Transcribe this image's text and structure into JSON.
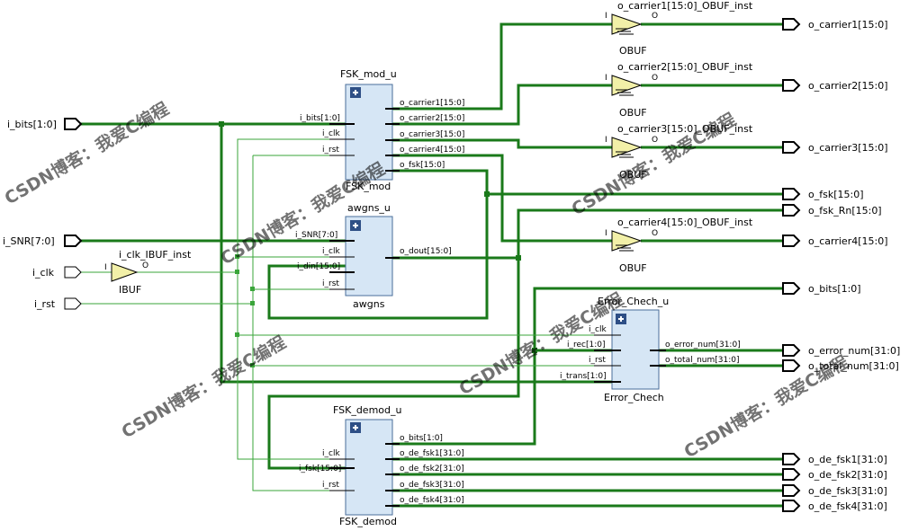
{
  "inputs": {
    "i_bits": "i_bits[1:0]",
    "i_snr": "i_SNR[7:0]",
    "i_clk": "i_clk",
    "i_rst": "i_rst"
  },
  "outputs": {
    "o_carrier1": "o_carrier1[15:0]",
    "o_carrier2": "o_carrier2[15:0]",
    "o_carrier3": "o_carrier3[15:0]",
    "o_fsk": "o_fsk[15:0]",
    "o_fsk_rn": "o_fsk_Rn[15:0]",
    "o_carrier4": "o_carrier4[15:0]",
    "o_bits": "o_bits[1:0]",
    "o_error_num": "o_error_num[31:0]",
    "o_total_num": "o_total_num[31:0]",
    "o_de_fsk1": "o_de_fsk1[31:0]",
    "o_de_fsk2": "o_de_fsk2[31:0]",
    "o_de_fsk3": "o_de_fsk3[31:0]",
    "o_de_fsk4": "o_de_fsk4[31:0]"
  },
  "ibuf": {
    "inst": "i_clk_IBUF_inst",
    "type": "IBUF",
    "pin_i": "I",
    "pin_o": "O"
  },
  "obufs": [
    {
      "inst": "o_carrier1[15:0]_OBUF_inst",
      "type": "OBUF",
      "pin_i": "I",
      "pin_o": "O"
    },
    {
      "inst": "o_carrier2[15:0]_OBUF_inst",
      "type": "OBUF",
      "pin_i": "I",
      "pin_o": "O"
    },
    {
      "inst": "o_carrier3[15:0]_OBUF_inst",
      "type": "OBUF",
      "pin_i": "I",
      "pin_o": "O"
    },
    {
      "inst": "o_carrier4[15:0]_OBUF_inst",
      "type": "OBUF",
      "pin_i": "I",
      "pin_o": "O"
    }
  ],
  "fsk_mod": {
    "inst": "FSK_mod_u",
    "type": "FSK_mod",
    "in_pins": [
      "i_bits[1:0]",
      "i_clk",
      "i_rst"
    ],
    "out_pins": [
      "o_carrier1[15:0]",
      "o_carrier2[15:0]",
      "o_carrier3[15:0]",
      "o_carrier4[15:0]",
      "o_fsk[15:0]"
    ]
  },
  "awgns": {
    "inst": "awgns_u",
    "type": "awgns",
    "in_pins": [
      "i_SNR[7:0]",
      "i_clk",
      "i_din[15:0]",
      "i_rst"
    ],
    "out_pins": [
      "o_dout[15:0]"
    ]
  },
  "error_chech": {
    "inst": "Error_Chech_u",
    "type": "Error_Chech",
    "in_pins": [
      "i_clk",
      "i_rec[1:0]",
      "i_rst",
      "i_trans[1:0]"
    ],
    "out_pins": [
      "o_error_num[31:0]",
      "o_total_num[31:0]"
    ]
  },
  "fsk_demod": {
    "inst": "FSK_demod_u",
    "type": "FSK_demod",
    "in_pins": [
      "i_clk",
      "i_fsk[15:0]",
      "i_rst"
    ],
    "out_pins": [
      "o_bits[1:0]",
      "o_de_fsk1[31:0]",
      "o_de_fsk2[31:0]",
      "o_de_fsk3[31:0]",
      "o_de_fsk4[31:0]"
    ]
  },
  "watermark": "CSDN博客：我爱C编程",
  "colors": {
    "bus": "#1a7a1a",
    "signal": "#3aa53a",
    "block_fill": "#d6e6f5",
    "buffer_fill": "#f2f0a8"
  }
}
